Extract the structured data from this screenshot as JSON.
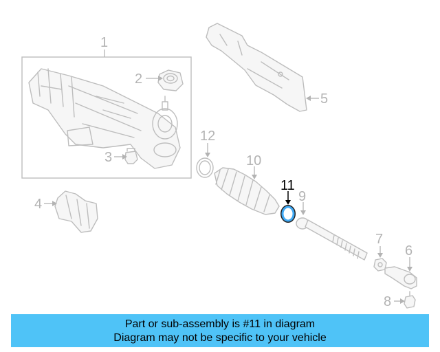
{
  "callouts": {
    "c1": "1",
    "c2": "2",
    "c3": "3",
    "c4": "4",
    "c5": "5",
    "c6": "6",
    "c7": "7",
    "c8": "8",
    "c9": "9",
    "c10": "10",
    "c11": "11",
    "c12": "12"
  },
  "highlighted_part": "11",
  "highlight_color": "#3fa9f5",
  "banner": {
    "line1": "Part or sub-assembly is #11 in diagram",
    "line2": "Diagram may not be specific to your vehicle",
    "color": "#4fc3f7"
  }
}
